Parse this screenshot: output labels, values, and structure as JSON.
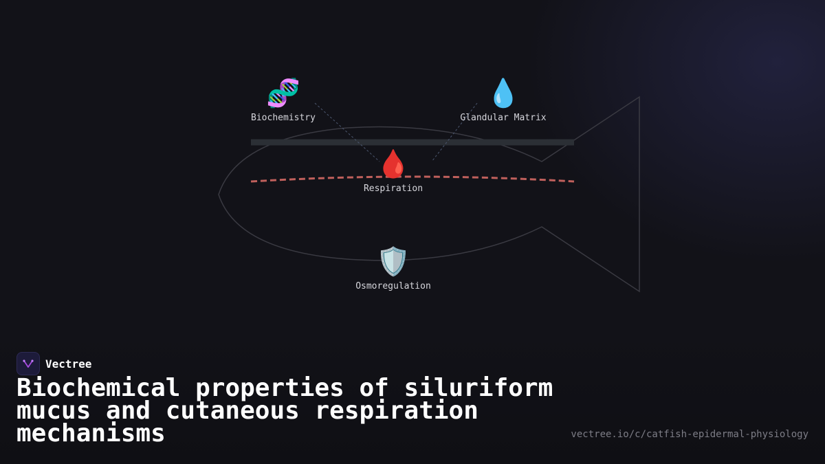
{
  "brand": {
    "name": "Vectree",
    "logo_icon": "vectree-logo-icon",
    "logo_color": "#a64be0"
  },
  "diagram": {
    "nodes": [
      {
        "label": "Biochemistry",
        "icon": "dna-icon",
        "glyph": "🧬"
      },
      {
        "label": "Glandular Matrix",
        "icon": "droplet-icon",
        "glyph": "💧"
      },
      {
        "label": "Respiration",
        "icon": "blood-drop-icon",
        "glyph": "🩸"
      },
      {
        "label": "Osmoregulation",
        "icon": "shield-icon",
        "glyph": "🛡️"
      }
    ],
    "colors": {
      "fish_outline": "#3a3a42",
      "spine": "#2b2f35",
      "lateral_line": "#c0605c",
      "connector": "#4d5870"
    }
  },
  "title": "Biochemical properties of siluriform mucus and cutaneous respiration mechanisms",
  "url": "vectree.io/c/catfish-epidermal-physiology"
}
